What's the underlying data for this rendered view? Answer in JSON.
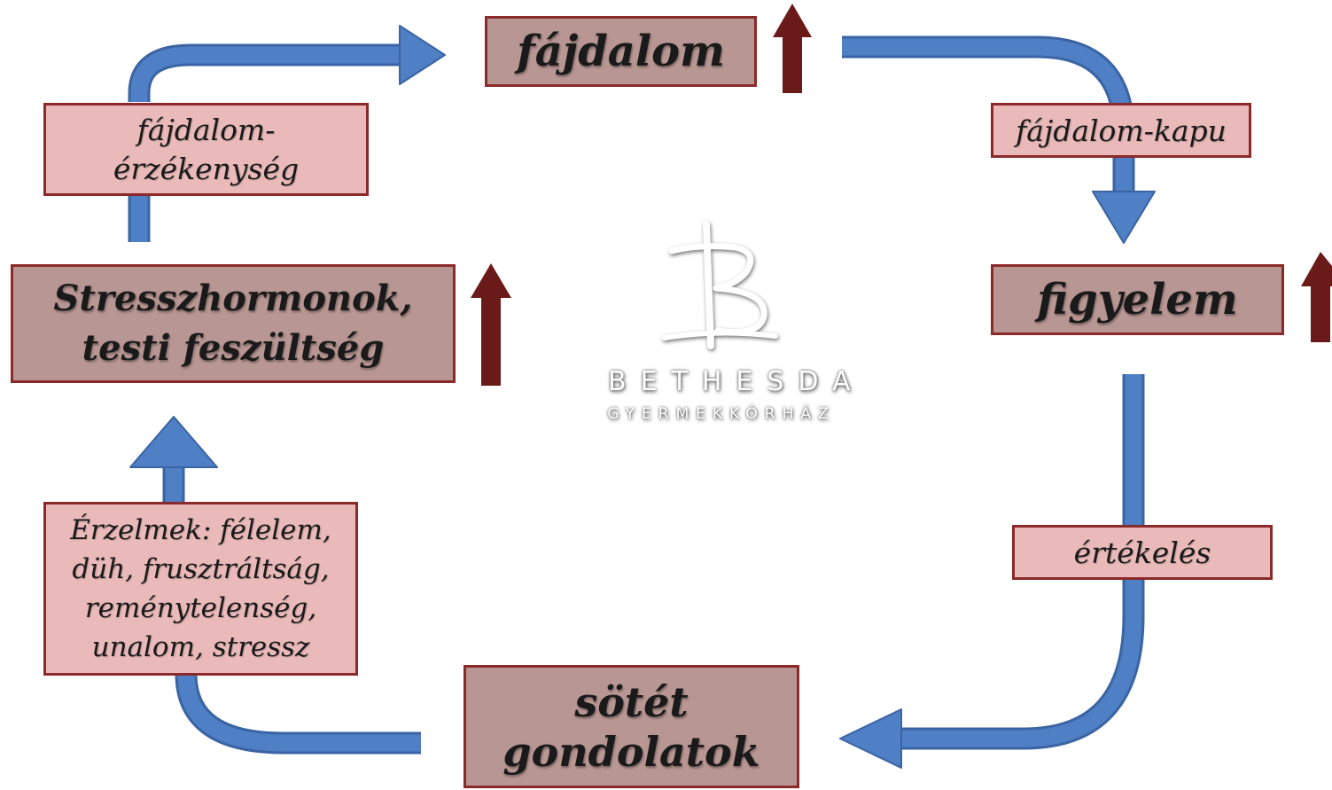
{
  "nodes": {
    "fajdalom": {
      "lines": [
        "fájdalom"
      ]
    },
    "fajdalom_kapu": {
      "lines": [
        "fájdalom-kapu"
      ]
    },
    "figyelem": {
      "lines": [
        "figyelem"
      ]
    },
    "ertekeles": {
      "lines": [
        "értékelés"
      ]
    },
    "sotet_gondolatok": {
      "lines": [
        "sötét",
        "gondolatok"
      ]
    },
    "erzelmek": {
      "lines": [
        "Érzelmek: félelem,",
        "düh, frusztráltság,",
        "reménytelenség,",
        "unalom, stressz"
      ]
    },
    "stresszhormonok": {
      "lines": [
        "Stresszhormonok,",
        "testi feszültség"
      ]
    },
    "fajdalom_erzekenyseg": {
      "lines": [
        "fájdalom-",
        "érzékenység"
      ]
    }
  },
  "logo": {
    "name": "BETHESDA",
    "subtitle": "GYERMEKKÓRHÁZ"
  },
  "colors": {
    "cycle_arrow": "#4f7fc4",
    "cycle_arrow_outline": "#3a64a3",
    "increase_arrow": "#6b1a1a",
    "main_box_fill": "#b89693",
    "sub_box_fill": "#eab9b9",
    "box_border": "#8b2a2a"
  },
  "edges": [
    {
      "from": "fajdalom",
      "via": "fajdalom_kapu",
      "to": "figyelem"
    },
    {
      "from": "figyelem",
      "via": "ertekeles",
      "to": "sotet_gondolatok"
    },
    {
      "from": "sotet_gondolatok",
      "via": "erzelmek",
      "to": "stresszhormonok"
    },
    {
      "from": "stresszhormonok",
      "via": "fajdalom_erzekenyseg",
      "to": "fajdalom"
    }
  ],
  "increase_markers": [
    "fajdalom",
    "figyelem",
    "stresszhormonok"
  ]
}
